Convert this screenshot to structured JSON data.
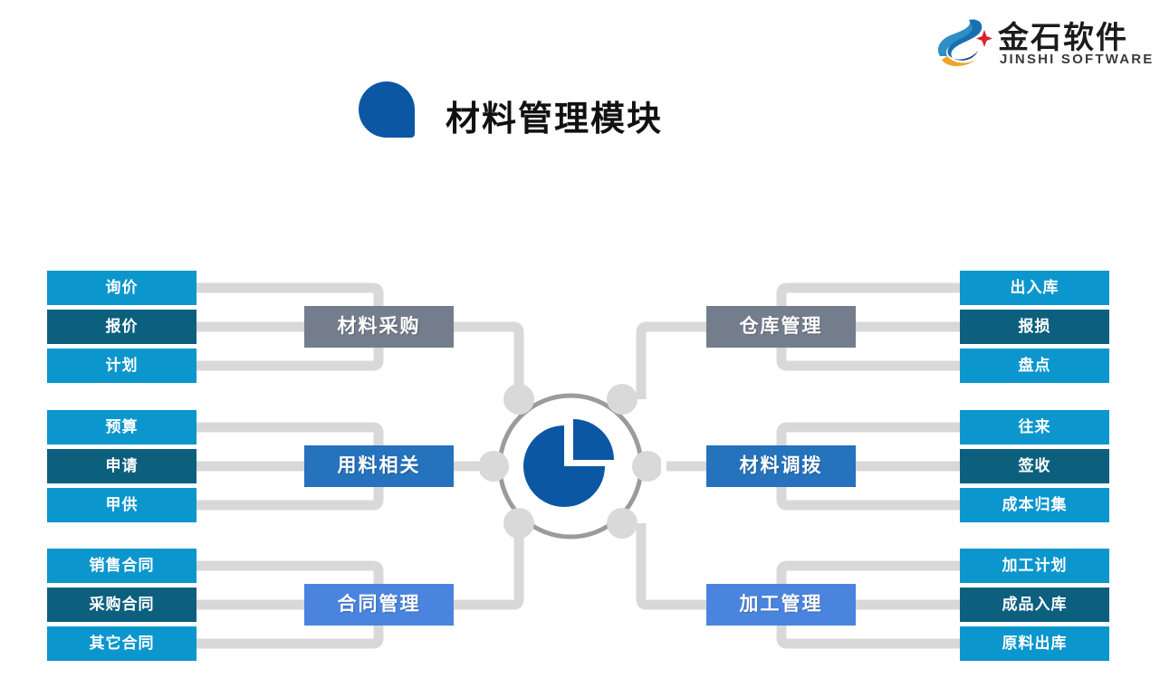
{
  "logo": {
    "name_cn": "金石软件",
    "name_en": "JINSHI SOFTWARE",
    "mark_icon": "stylized-s-swoosh-logo-icon",
    "mark_blue": "#1a6fb0",
    "mark_orange": "#f0a32a"
  },
  "header": {
    "title": "材料管理模块",
    "drop_icon": "blue-droplet-icon",
    "drop_color": "#0b57a4"
  },
  "center": {
    "icon": "pie-chart-icon",
    "pie_color": "#0b57a4",
    "ring_color": "#9b9b9b",
    "node_color": "#d9d9d9",
    "node_count": 6
  },
  "colors": {
    "leaf_light": "#0b96cd",
    "leaf_dark": "#0d5f7e",
    "hub_gray": "#737d8c",
    "hub_blue": "#2572bd",
    "hub_light_blue": "#4a84de",
    "wire": "#d8d8d8"
  },
  "diagram": {
    "type": "mind-map",
    "left_groups": [
      {
        "hub": "材料采购",
        "hub_style": "gray",
        "leaves": [
          {
            "label": "询价",
            "style": "light"
          },
          {
            "label": "报价",
            "style": "dark"
          },
          {
            "label": "计划",
            "style": "light"
          }
        ]
      },
      {
        "hub": "用料相关",
        "hub_style": "blue",
        "leaves": [
          {
            "label": "预算",
            "style": "light"
          },
          {
            "label": "申请",
            "style": "dark"
          },
          {
            "label": "甲供",
            "style": "light"
          }
        ]
      },
      {
        "hub": "合同管理",
        "hub_style": "light_blue",
        "leaves": [
          {
            "label": "销售合同",
            "style": "light"
          },
          {
            "label": "采购合同",
            "style": "dark"
          },
          {
            "label": "其它合同",
            "style": "light"
          }
        ]
      }
    ],
    "right_groups": [
      {
        "hub": "仓库管理",
        "hub_style": "gray",
        "leaves": [
          {
            "label": "出入库",
            "style": "light"
          },
          {
            "label": "报损",
            "style": "dark"
          },
          {
            "label": "盘点",
            "style": "light"
          }
        ]
      },
      {
        "hub": "材料调拨",
        "hub_style": "blue",
        "leaves": [
          {
            "label": "往来",
            "style": "light"
          },
          {
            "label": "签收",
            "style": "dark"
          },
          {
            "label": "成本归集",
            "style": "light"
          }
        ]
      },
      {
        "hub": "加工管理",
        "hub_style": "light_blue",
        "leaves": [
          {
            "label": "加工计划",
            "style": "light"
          },
          {
            "label": "成品入库",
            "style": "dark"
          },
          {
            "label": "原料出库",
            "style": "light"
          }
        ]
      }
    ]
  }
}
